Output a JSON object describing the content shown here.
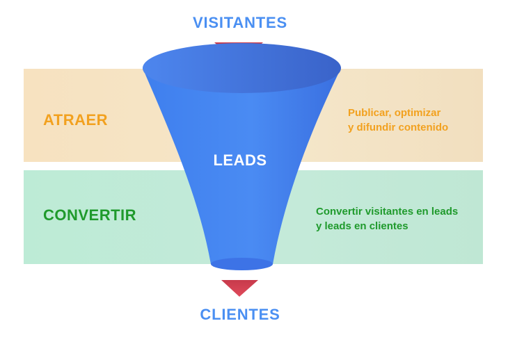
{
  "labels": {
    "top": "VISITANTES",
    "middle": "LEADS",
    "bottom": "CLIENTES"
  },
  "stages": [
    {
      "title": "ATRAER",
      "lines": [
        "Publicar, optimizar",
        "y difundir contenido"
      ],
      "color": "#f2a11f",
      "band_color": "#f4e4c6"
    },
    {
      "title": "CONVERTIR",
      "lines": [
        "Convertir visitantes en leads",
        "y leads en clientes"
      ],
      "color": "#1f9a2c",
      "band_color": "#c2e9d7"
    }
  ],
  "colors": {
    "funnel": "#4a86f0",
    "arrow": "#d94556",
    "label_blue": "#4a8ff2"
  }
}
